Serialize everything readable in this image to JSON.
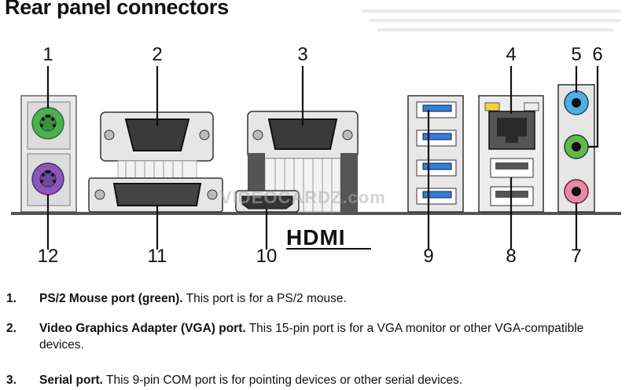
{
  "title": "Rear panel connectors",
  "watermark": "VIDEOCARDZ.com",
  "hdmi_logo": "HDMI",
  "callouts": [
    "1",
    "2",
    "3",
    "4",
    "5",
    "6",
    "7",
    "8",
    "9",
    "10",
    "11",
    "12"
  ],
  "items": [
    {
      "num": "1.",
      "name": "PS/2 Mouse port (green).",
      "desc": " This port is for a PS/2 mouse."
    },
    {
      "num": "2.",
      "name": "Video Graphics Adapter (VGA) port.",
      "desc": " This 15-pin port is for a VGA monitor or other VGA-compatible devices."
    },
    {
      "num": "3.",
      "name": "Serial port.",
      "desc": " This 9-pin COM port is for pointing devices or other serial devices."
    }
  ],
  "colors": {
    "ps2_mouse": "#4caf50",
    "ps2_keyboard": "#8a56b8",
    "usb3": "#2f7fd8",
    "audio_blue": "#4fb0e0",
    "audio_green": "#63b84d",
    "audio_pink": "#e78aa6"
  }
}
